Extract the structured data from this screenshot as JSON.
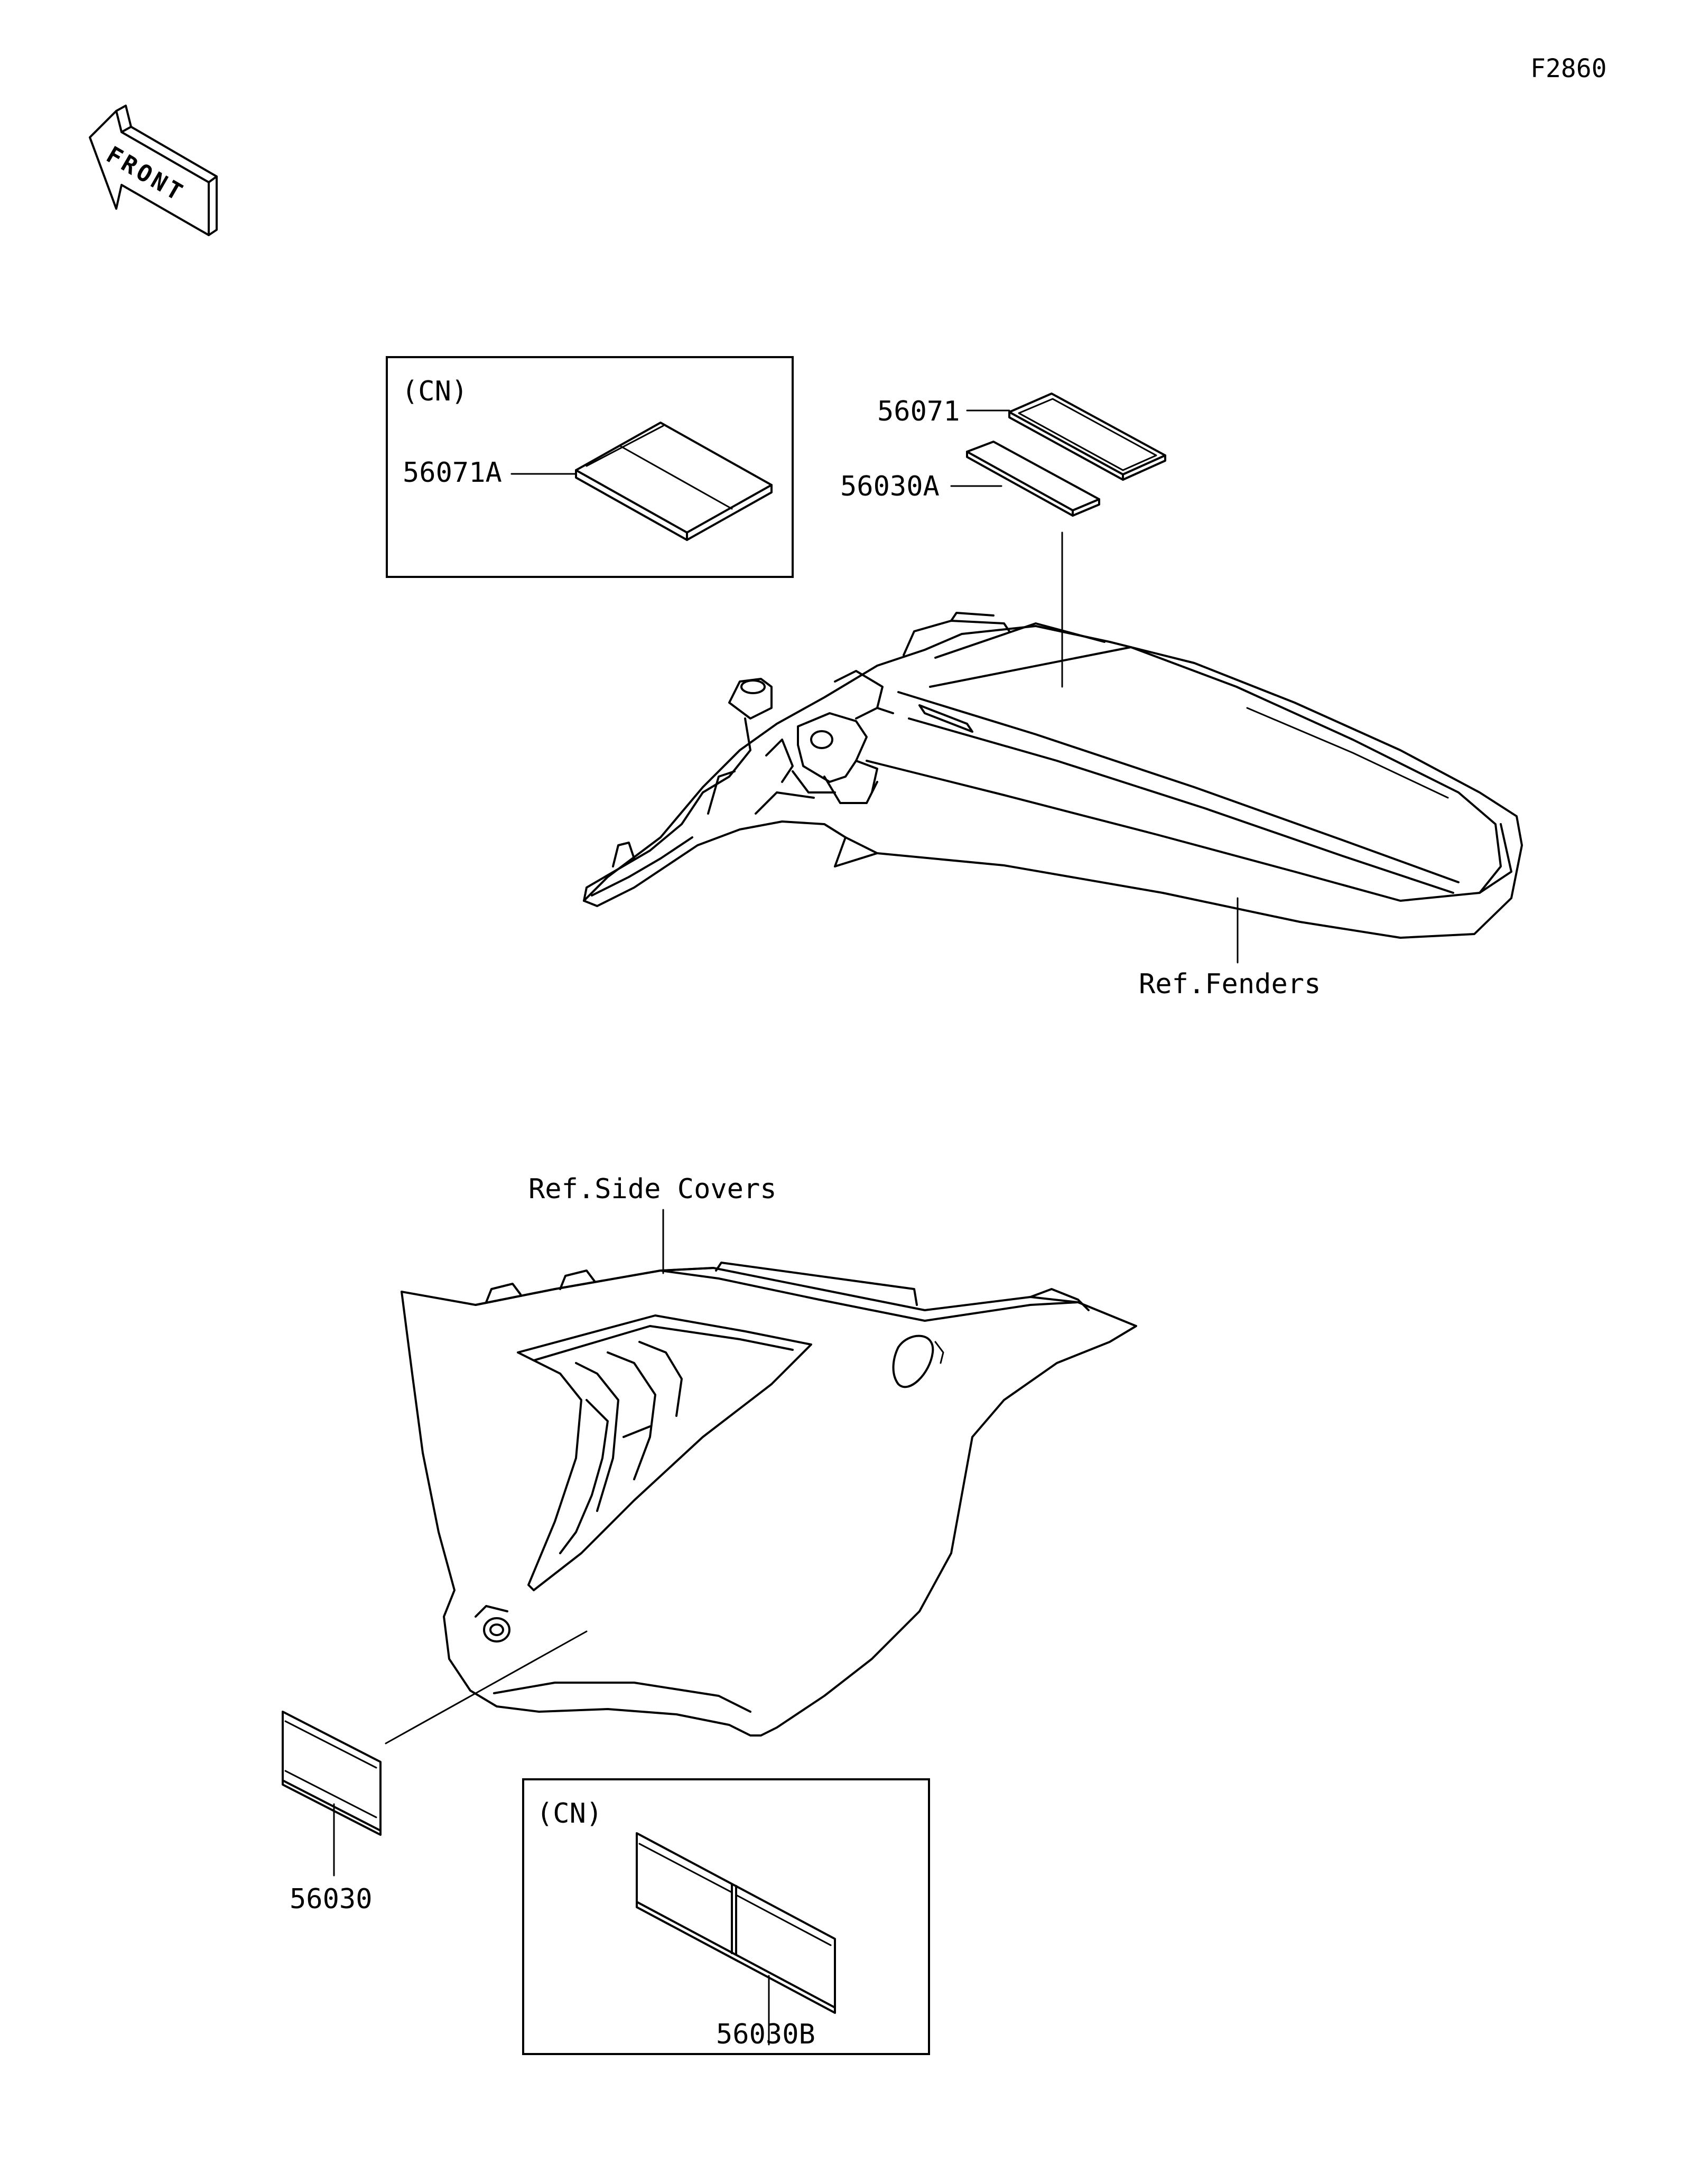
{
  "diagram_code": "F2860",
  "front_arrow": {
    "label": "FRONT",
    "icon": "front-arrow-icon"
  },
  "labels": {
    "part_56071": "56071",
    "part_56030A": "56030A",
    "part_56071A": "56071A",
    "part_56030": "56030",
    "part_56030B": "56030B",
    "ref_fenders": "Ref.Fenders",
    "ref_side_covers": "Ref.Side Covers"
  },
  "boxes": {
    "top_box_tag": "(CN)",
    "bottom_box_tag": "(CN)"
  }
}
